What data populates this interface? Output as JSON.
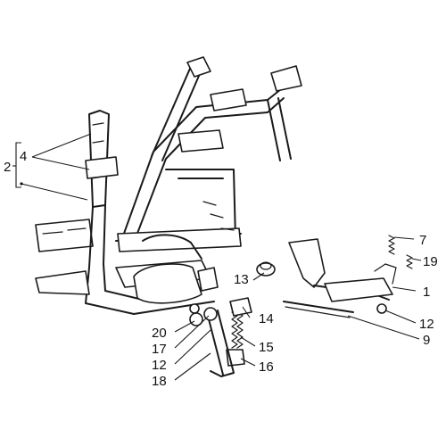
{
  "diagram": {
    "callouts": {
      "c1": "1",
      "c2": "2",
      "c4": "4",
      "c7": "7",
      "c9": "9",
      "c12a": "12",
      "c12b": "12",
      "c13": "13",
      "c14": "14",
      "c15": "15",
      "c16": "16",
      "c17": "17",
      "c18": "18",
      "c19": "19",
      "c20": "20"
    }
  }
}
